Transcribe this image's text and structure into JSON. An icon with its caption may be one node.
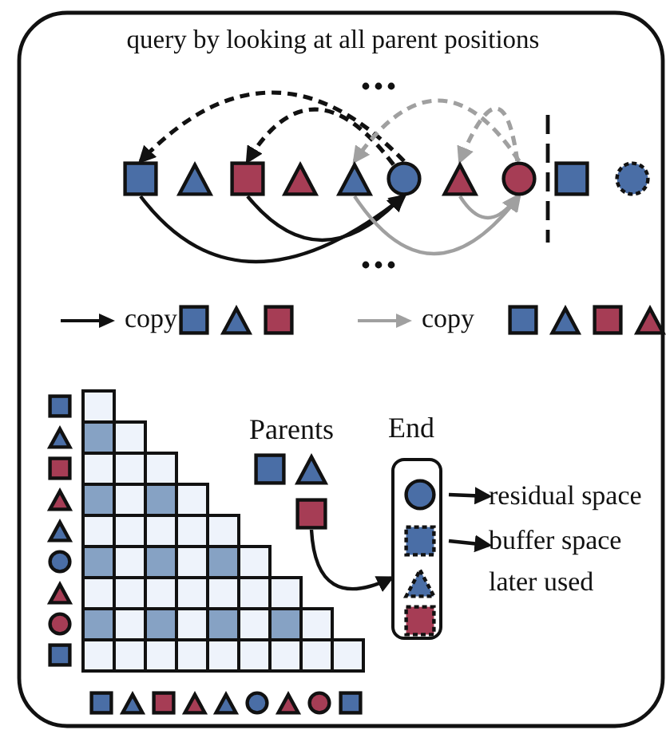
{
  "diagram": {
    "title": "query by looking at all parent positions",
    "nodes": [
      {
        "text": [],
        "shape": "box"
      },
      {
        "text": [],
        "shape": "triangle"
      },
      {
        "text": [],
        "shape": "box"
      },
      {
        "text": [],
        "shape": "triangle"
      },
      {
        "text": [],
        "shape": "triangle"
      },
      {
        "text": [],
        "shape": "circle"
      },
      {
        "text": [],
        "shape": "triangle"
      },
      {
        "text": [],
        "shape": "circle"
      },
      {
        "text": [],
        "shape": "box"
      },
      {
        "text": [],
        "shape": "circle"
      },
      {
        "text": [],
        "shape": "box"
      },
      {
        "text": [],
        "shape": "triangle"
      },
      {
        "text": [],
        "shape": "box"
      },
      {
        "text": [
          "End"
        ]
      },
      {
        "text": [],
        "shape": "circle",
        "in": 13
      },
      {
        "text": [],
        "shape": "box",
        "in": 13
      },
      {
        "text": [],
        "shape": "triangle",
        "in": 13
      },
      {
        "text": [],
        "shape": "box",
        "in": 13
      },
      {
        "text": [
          "residual space"
        ]
      },
      {
        "text": [
          "buffer space later used"
        ]
      }
    ],
    "edges": [
      {
        "from": 5,
        "to": 0,
        "arrow": "to",
        "style": "dashed"
      },
      {
        "from": 5,
        "to": 2,
        "arrow": "to",
        "style": "dashed"
      },
      {
        "from": 7,
        "to": 4,
        "arrow": "to",
        "style": "dashed",
        "color": "#a0a0a0"
      },
      {
        "from": 7,
        "to": 6,
        "arrow": "to",
        "style": "dashed",
        "color": "#a0a0a0"
      },
      {
        "from": 0,
        "to": 5,
        "arrow": "to"
      },
      {
        "from": 2,
        "to": 5,
        "arrow": "to"
      },
      {
        "from": 4,
        "to": 7,
        "arrow": "to",
        "color": "#a0a0a0"
      },
      {
        "from": 6,
        "to": 7,
        "arrow": "to",
        "color": "#a0a0a0"
      },
      {
        "from": 12,
        "to": 13,
        "arrow": "to"
      },
      {
        "from": 14,
        "to": 18,
        "arrow": "to"
      },
      {
        "from": 15,
        "to": 19,
        "arrow": "to"
      }
    ],
    "labels": [
      "Parents"
    ],
    "legend": [
      {
        "text": "copy"
      },
      {
        "text": "copy"
      }
    ]
  }
}
